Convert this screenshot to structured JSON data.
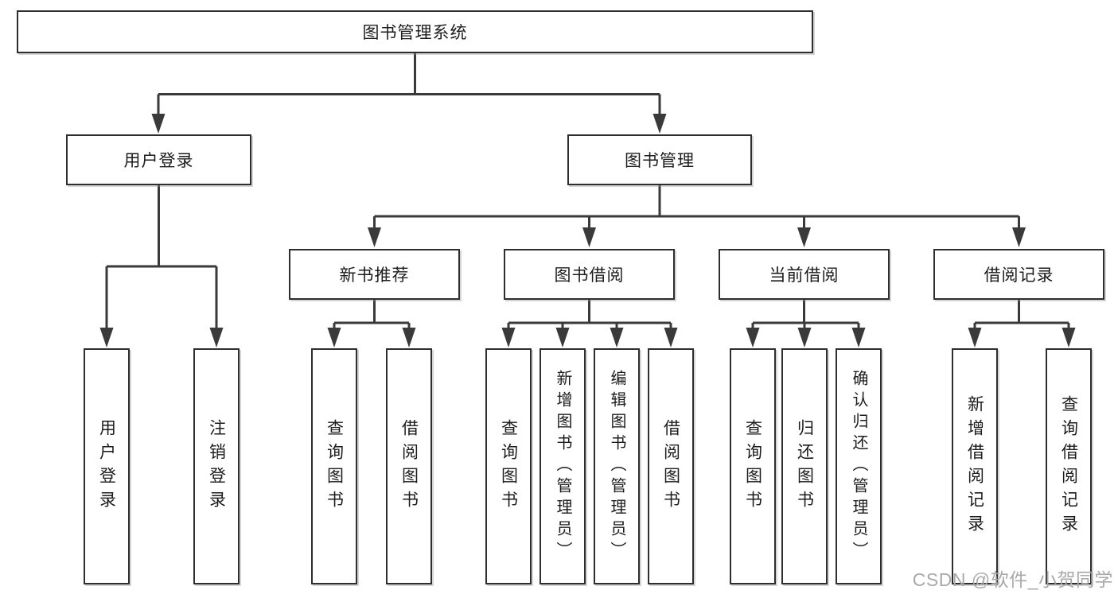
{
  "diagram": {
    "root": {
      "label": "图书管理系统"
    },
    "branches": [
      {
        "label": "用户登录",
        "children": [
          {
            "label": "用户登录"
          },
          {
            "label": "注销登录"
          }
        ]
      },
      {
        "label": "图书管理",
        "children": [
          {
            "label": "新书推荐",
            "children": [
              {
                "label": "查询图书"
              },
              {
                "label": "借阅图书"
              }
            ]
          },
          {
            "label": "图书借阅",
            "children": [
              {
                "label": "查询图书"
              },
              {
                "label": "新增图书（管理员）"
              },
              {
                "label": "编辑图书（管理员）"
              },
              {
                "label": "借阅图书"
              }
            ]
          },
          {
            "label": "当前借阅",
            "children": [
              {
                "label": "查询图书"
              },
              {
                "label": "归还图书"
              },
              {
                "label": "确认归还（管理员）"
              }
            ]
          },
          {
            "label": "借阅记录",
            "children": [
              {
                "label": "新增借阅记录"
              },
              {
                "label": "查询借阅记录"
              }
            ]
          }
        ]
      }
    ]
  },
  "watermark": {
    "text": "CSDN @软件_小贺同学"
  },
  "colors": {
    "line": "#3a3a3a",
    "border": "#2e2e2e",
    "fill": "#ffffff",
    "text": "#1c1c1c",
    "watermark": "#a9a9a9",
    "bg": "#ffffff"
  }
}
